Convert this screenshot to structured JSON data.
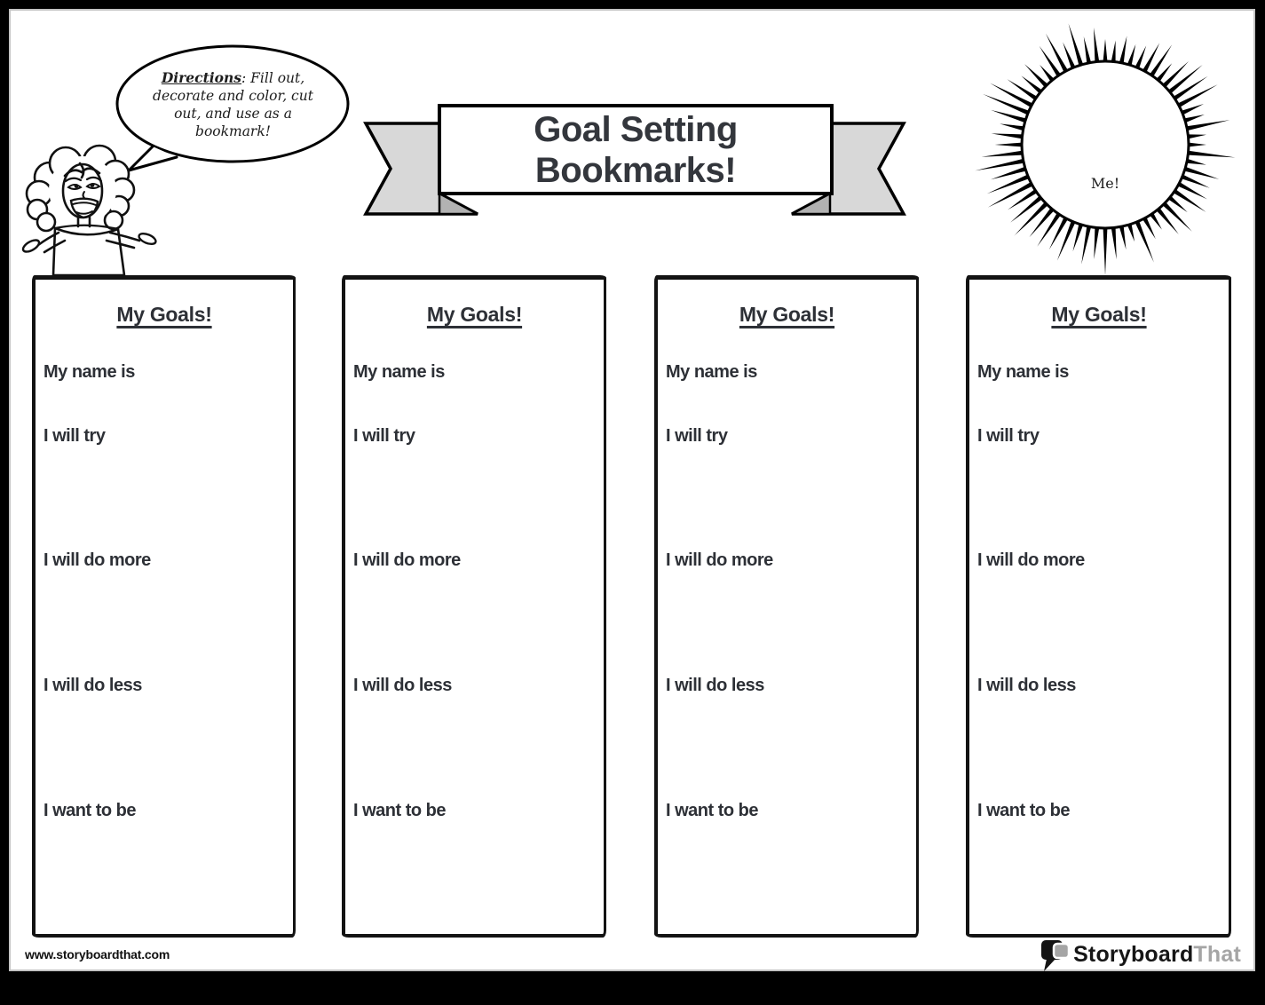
{
  "directions_bubble": {
    "label": "Directions",
    "line1_rest": ": Fill out,",
    "line2": "decorate and color, cut",
    "line3": "out, and use as a",
    "line4": "bookmark!"
  },
  "banner": {
    "title_line1": "Goal Setting",
    "title_line2": "Bookmarks!"
  },
  "sun": {
    "label": "Me!"
  },
  "bookmarks": [
    {
      "header": "My Goals!",
      "items": [
        "My name is",
        "I will try",
        "I will do more",
        "I will do less",
        "I want to be"
      ]
    },
    {
      "header": "My Goals!",
      "items": [
        "My name is",
        "I will try",
        "I will do more",
        "I will do less",
        "I want to be"
      ]
    },
    {
      "header": "My Goals!",
      "items": [
        "My name is",
        "I will try",
        "I will do more",
        "I will do less",
        "I want to be"
      ]
    },
    {
      "header": "My Goals!",
      "items": [
        "My name is",
        "I will try",
        "I will do more",
        "I will do less",
        "I want to be"
      ]
    }
  ],
  "footer": {
    "website": "www.storyboardthat.com"
  },
  "logo": {
    "part1": "Storyboard",
    "part2": "That"
  },
  "colors": {
    "ink": "#2d3036",
    "line_art": "#111111",
    "ribbon_fill": "#d8d8d8",
    "ribbon_fold": "#b2b2b2",
    "logo_gray": "#a5a5a5"
  }
}
